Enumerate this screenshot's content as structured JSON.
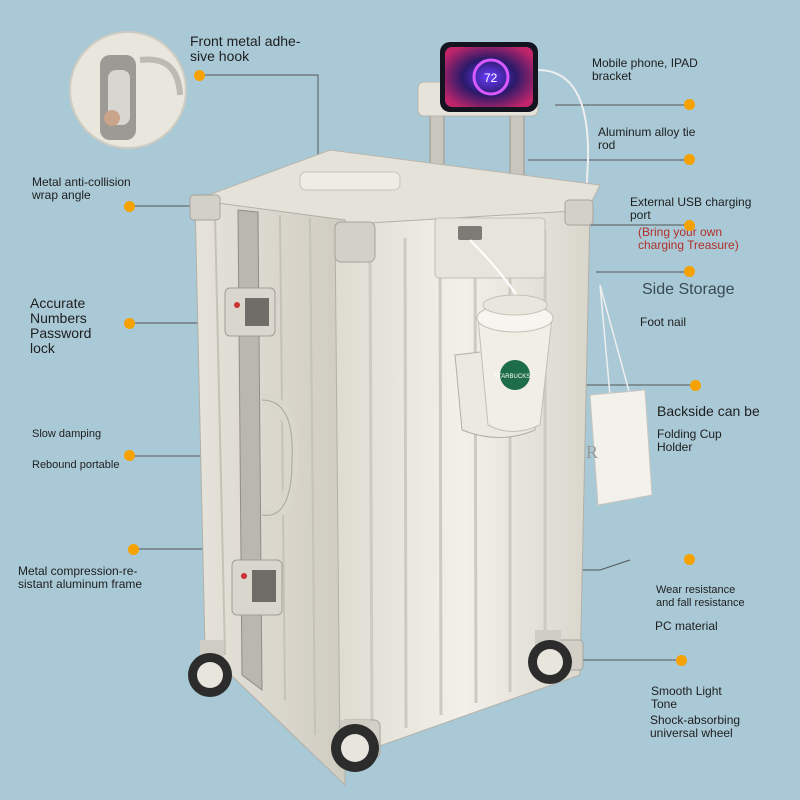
{
  "colors": {
    "background": "#a9c9d6",
    "suitcase": "#ebe8df",
    "marker": "#f5a200",
    "accent_red": "#b0302a"
  },
  "annotations": {
    "front_hook": "Front metal adhe-\nsive hook",
    "phone_bracket": "Mobile phone, IPAD\nbracket",
    "tie_rod": "Aluminum alloy tie\nrod",
    "wrap_angle": "Metal anti-collision\nwrap angle",
    "usb_port": "External USB charging\nport",
    "usb_note": "(Bring your own\ncharging Treasure)",
    "side_storage": "Side Storage",
    "foot_nail": "Foot nail",
    "password_lock": "Accurate\nNumbers\nPassword\nlock",
    "backside": "Backside can be",
    "cup_holder": "Folding Cup\nHolder",
    "slow_damping": "Slow damping",
    "rebound": "Rebound portable",
    "frame": "Metal compression-re-\nsistant aluminum frame",
    "wear": "Wear resistance\nand fall resistance",
    "pc_material": "PC material",
    "smooth": "Smooth Light\nTone",
    "wheel": "Shock-absorbing\nuniversal wheel"
  },
  "phone_screen": "72",
  "cup_brand": "STARBUCKS",
  "bag_letter": "R"
}
